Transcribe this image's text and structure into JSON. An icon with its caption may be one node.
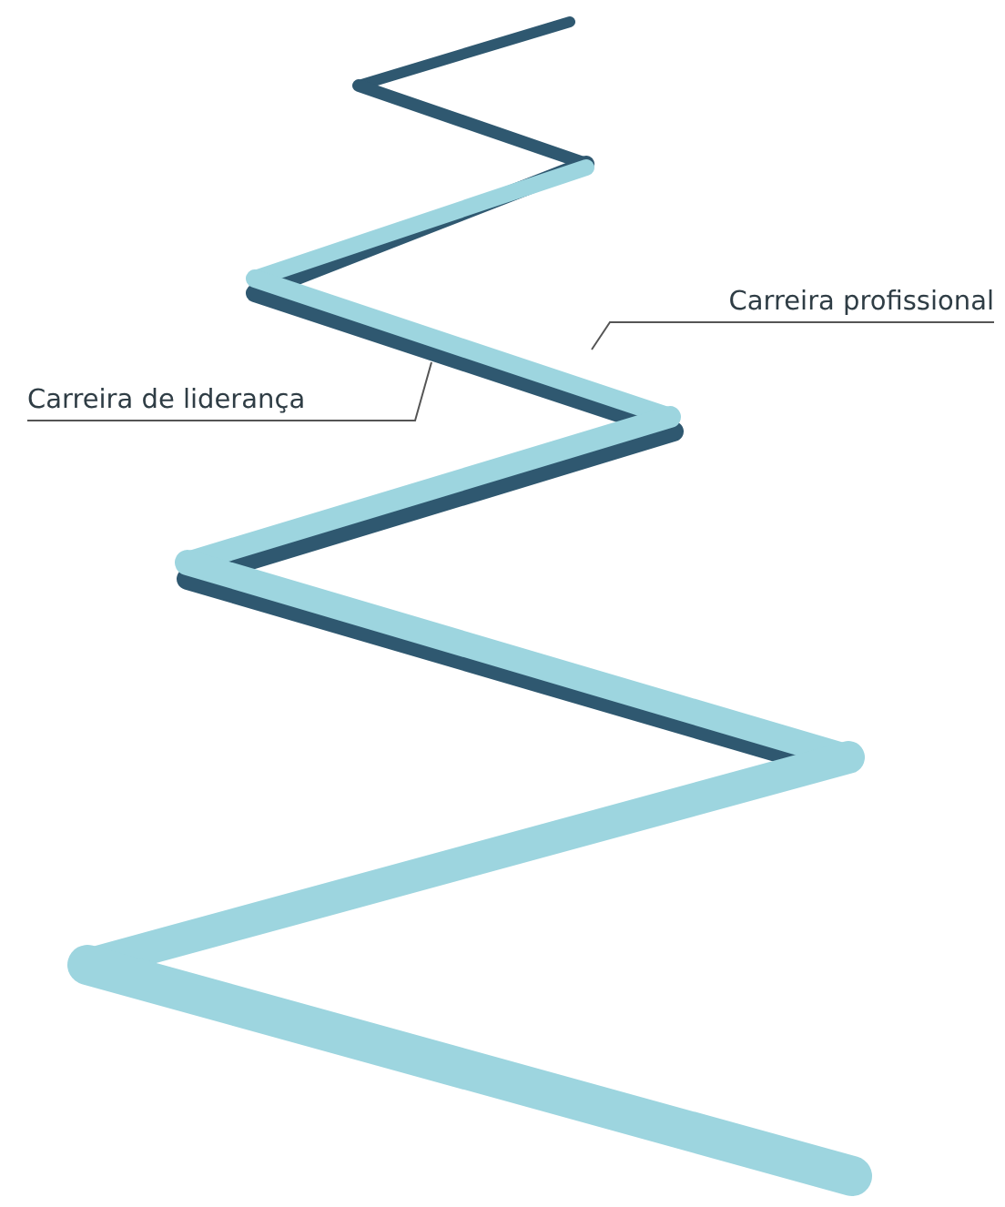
{
  "diagram": {
    "nodes": [
      {
        "text": [
          "Carreira profissional"
        ]
      },
      {
        "text": [
          "Carreira de liderança"
        ]
      },
      {
        "text": [],
        "shape": "ribbon"
      },
      {
        "text": [],
        "shape": "ribbon"
      }
    ],
    "edges": [
      {
        "from": 0,
        "to": 2,
        "arrow": "none"
      },
      {
        "from": 1,
        "to": 3,
        "arrow": "none"
      }
    ]
  }
}
